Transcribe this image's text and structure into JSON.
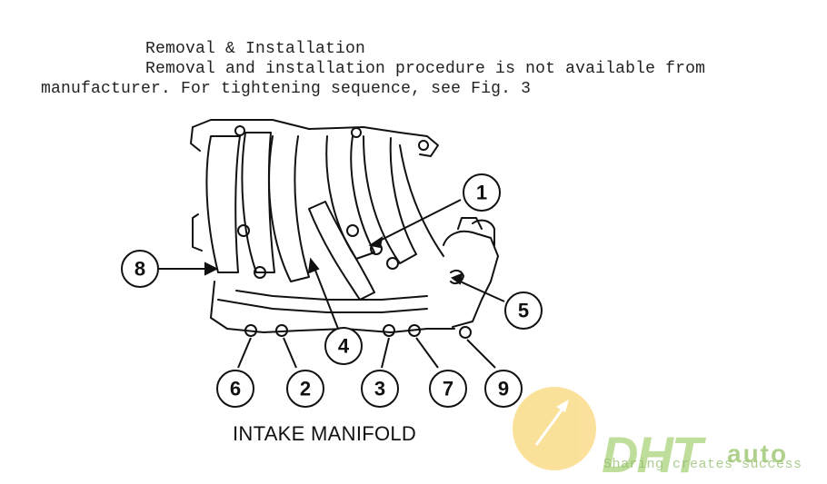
{
  "text": {
    "line1": "Removal & Installation",
    "line2": "Removal and installation procedure is not available from",
    "line3": "manufacturer. For tightening sequence, see Fig. 3"
  },
  "figure": {
    "caption": "INTAKE MANIFOLD",
    "callouts": [
      "1",
      "2",
      "3",
      "4",
      "5",
      "6",
      "7",
      "8",
      "9"
    ]
  },
  "watermark": {
    "brand": "DHT",
    "suffix": "auto",
    "slogan": "Sharing creates success"
  }
}
